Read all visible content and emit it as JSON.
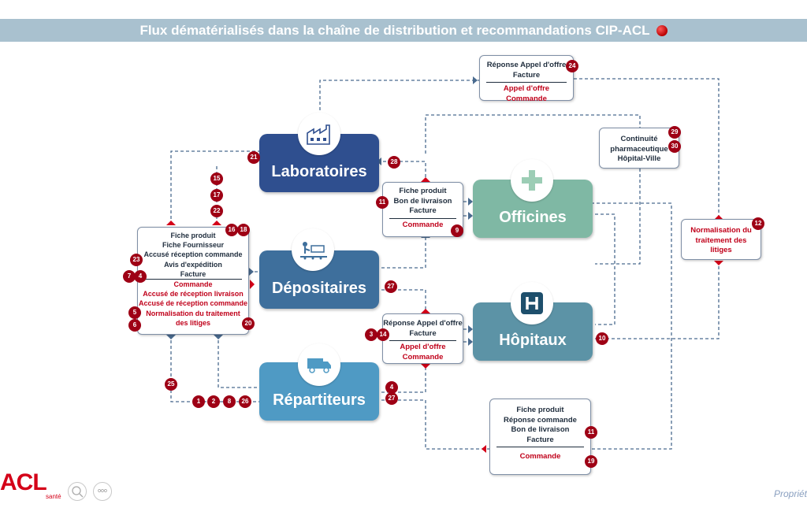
{
  "title": "Flux dématérialisés dans la chaîne de distribution et recommandations CIP-ACL",
  "nodes": {
    "laboratoires": "Laboratoires",
    "depositaires": "Dépositaires",
    "repartiteurs": "Répartiteurs",
    "officines": "Officines",
    "hopitaux": "Hôpitaux"
  },
  "boxes": {
    "top": {
      "lines": [
        "Réponse Appel d'offre",
        "Facture"
      ],
      "red": [
        "Appel d'offre",
        "Commande"
      ]
    },
    "continuite": {
      "lines": [
        "Continuité",
        "pharmaceutique",
        "Hôpital-Ville"
      ]
    },
    "normalisation_right": {
      "red": [
        "Normalisation du",
        "traitement des",
        "litiges"
      ]
    },
    "left": {
      "lines": [
        "Fiche produit",
        "Fiche Fournisseur",
        "Accusé réception commande",
        "Avis d'expédition",
        "Facture"
      ],
      "red": [
        "Commande",
        "Accusé de réception livraison",
        "Accusé de réception commande",
        "Normalisation du traitement",
        "des litiges"
      ]
    },
    "mid_officine": {
      "lines": [
        "Fiche produit",
        "Bon de livraison",
        "Facture"
      ],
      "red": [
        "Commande"
      ]
    },
    "mid_hopital": {
      "lines": [
        "Réponse Appel d'offre",
        "Facture"
      ],
      "red": [
        "Appel d'offre",
        "Commande"
      ]
    },
    "bottom": {
      "lines": [
        "Fiche produit",
        "Réponse commande",
        "Bon de livraison",
        "Facture"
      ],
      "red": [
        "Commande"
      ]
    }
  },
  "badges": {
    "b24": "24",
    "b29": "29",
    "b30": "30",
    "b12": "12",
    "b21": "21",
    "b28": "28",
    "b15": "15",
    "b17": "17",
    "b22": "22",
    "b16": "16",
    "b18": "18",
    "b23": "23",
    "b7": "7",
    "b4a": "4",
    "b5": "5",
    "b6": "6",
    "b20": "20",
    "b11a": "11",
    "b9": "9",
    "b27a": "27",
    "b3": "3",
    "b14": "14",
    "b10": "10",
    "b25": "25",
    "b1": "1",
    "b2": "2",
    "b8": "8",
    "b26": "26",
    "b4b": "4",
    "b27b": "27",
    "b11b": "11",
    "b19": "19"
  },
  "footer": {
    "logo": "ACL",
    "logo_sub": "santé",
    "btn": "ooo",
    "right": "Propriét"
  },
  "colors": {
    "laboratoires": "#2f4f8f",
    "depositaires": "#3e6f9c",
    "repartiteurs": "#4f9ac4",
    "officines": "#7fb8a4",
    "hopitaux": "#5c93a6",
    "badge": "#9e0015",
    "title_bar": "#a9c1cf"
  }
}
